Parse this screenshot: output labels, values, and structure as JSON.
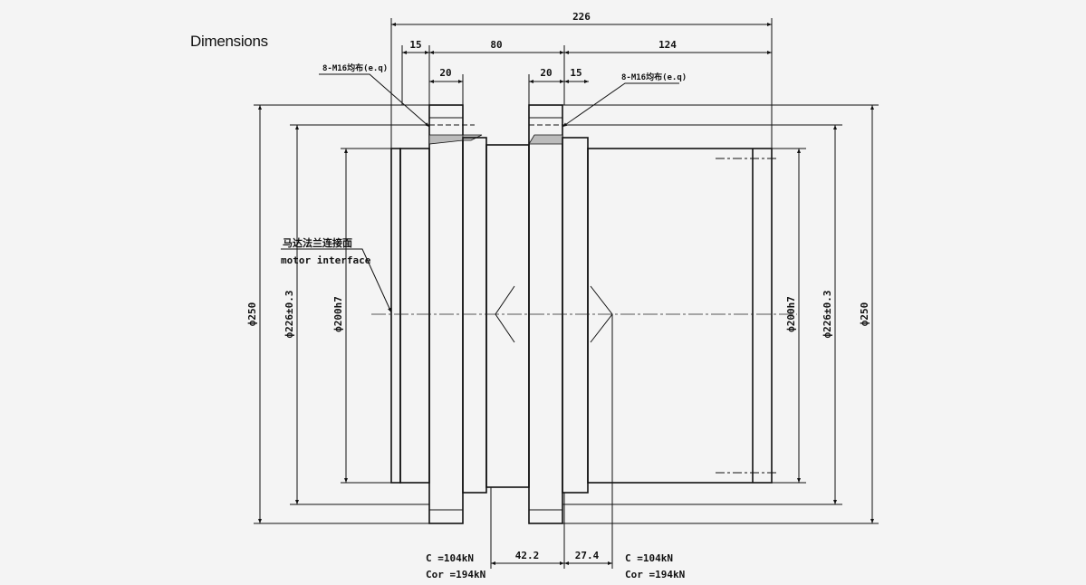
{
  "title": "Dimensions",
  "dimensions": {
    "overall": "226",
    "left_face": "15",
    "spacing": "80",
    "right_len": "124",
    "left_flange": "20",
    "right_flange": "20",
    "right_step": "15",
    "bottom_gap": "42.2",
    "bottom_offset": "27.4",
    "od_left": "ф250",
    "pcd_left": "ф226±0.3",
    "pilot_left": "ф200h7",
    "pilot_right": "ф200h7",
    "pcd_right": "ф226±0.3",
    "od_right": "ф250"
  },
  "labels": {
    "holes_left": "8-M16均布(e.q)",
    "holes_right": "8-M16均布(e.q)",
    "motor_cn": "马达法兰连接面",
    "motor_en": "motor interface"
  },
  "loads": {
    "left_c": "C =104kN",
    "left_cor": "Cor =194kN",
    "right_c": "C =104kN",
    "right_cor": "Cor =194kN"
  }
}
